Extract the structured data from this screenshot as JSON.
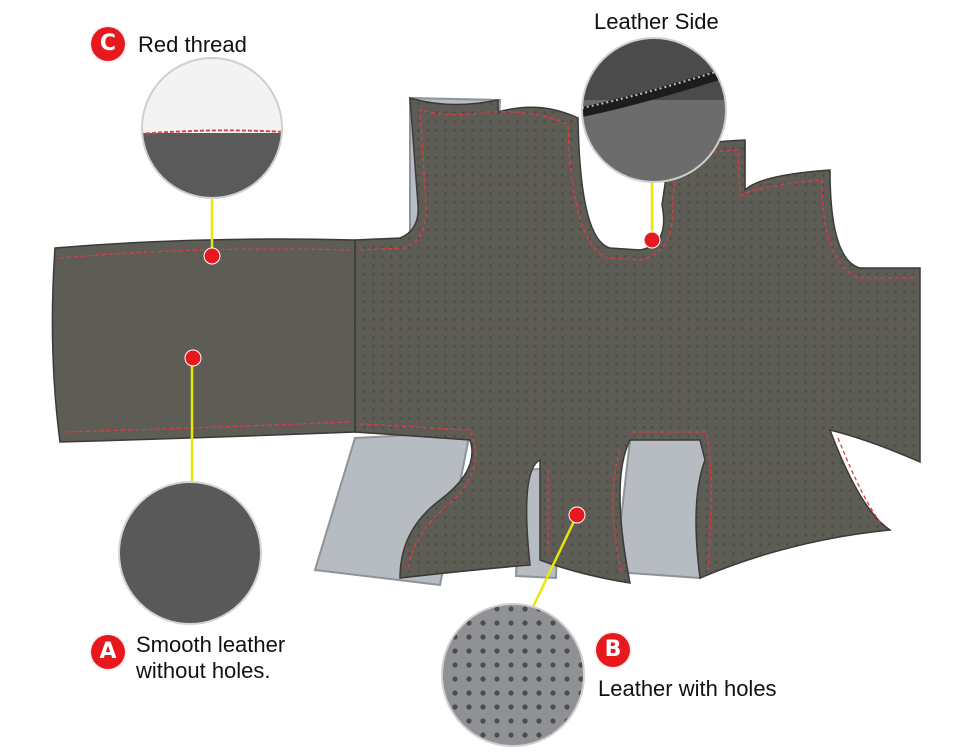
{
  "callouts": {
    "c": {
      "badge": "C",
      "label": "Red thread"
    },
    "leather_side": {
      "label": "Leather Side"
    },
    "a": {
      "badge": "A",
      "line1": "Smooth leather",
      "line2": "without  holes."
    },
    "b": {
      "badge": "B",
      "label": "Leather with holes"
    }
  },
  "colors": {
    "badge": "#e8191e",
    "marker": "#e8191e",
    "leader": "#e8e800",
    "leather": "#5d5c55",
    "suede": "#b7bcc2",
    "stitch": "#e23a48"
  }
}
